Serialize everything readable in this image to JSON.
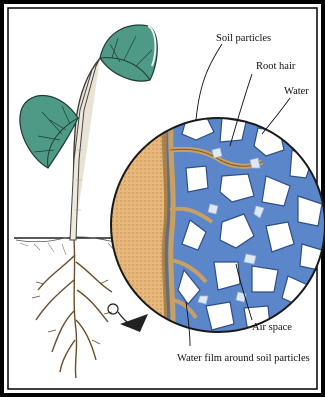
{
  "labels": {
    "soil_particles": "Soil particles",
    "root_hair": "Root hair",
    "water": "Water",
    "air_space": "Air space",
    "water_film": "Water film around soil particles"
  },
  "colors": {
    "frame": "#000000",
    "leaf": "#4f9a86",
    "leaf_vein": "#1f3d33",
    "stem": "#e9e3d6",
    "soil_section": "#e8b87a",
    "water": "#5b86c9",
    "soil_particle": "#ffffff",
    "root_tissue": "#c9a063"
  }
}
